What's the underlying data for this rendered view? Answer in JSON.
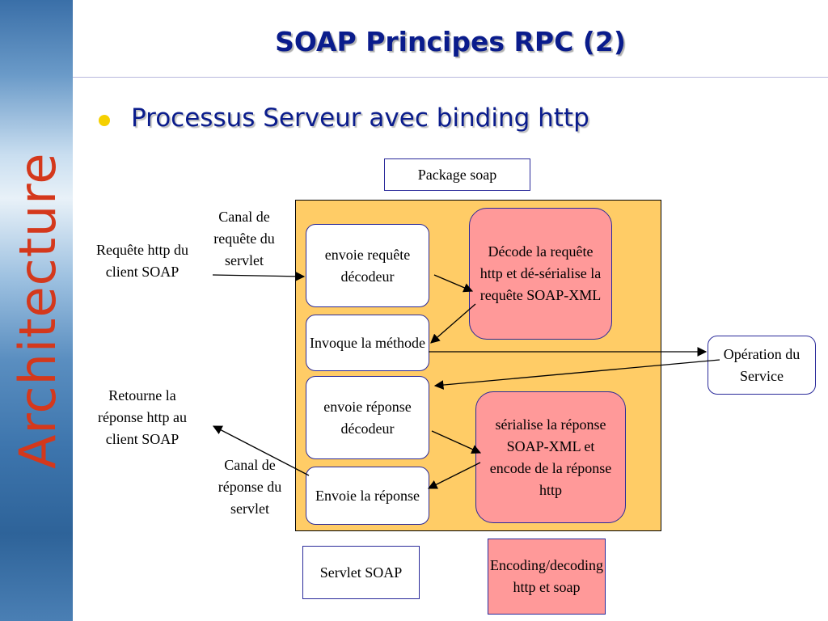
{
  "sidebar": {
    "text": "Architecture"
  },
  "slide": {
    "title": "SOAP Principes RPC (2)",
    "bullet": "Processus Serveur avec binding http"
  },
  "diagram": {
    "package_label": "Package soap",
    "servlet_label": "Servlet SOAP",
    "encoding_label": "Encoding/decoding http et soap",
    "canal_requete": "Canal de requête du servlet",
    "canal_reponse": "Canal de réponse du servlet",
    "requete_client": "Requête http du client SOAP",
    "retourne_reponse": "Retourne la réponse http au client SOAP",
    "envoie_requete": "envoie requête décodeur",
    "invoque_methode": "Invoque la méthode",
    "envoie_reponse_decodeur": "envoie réponse décodeur",
    "envoie_reponse": "Envoie la réponse",
    "decode": "Décode la requête http et dé-sérialise la requête SOAP-XML",
    "serialise": "sérialise la réponse SOAP-XML et encode de la réponse http",
    "operation": "Opération du Service"
  },
  "colors": {
    "title": "#0a1c8c",
    "sidebar_text": "#d4381c",
    "servlet_area": "#ffcc66",
    "pink_box": "#ff9999",
    "bullet": "#f5d000"
  }
}
